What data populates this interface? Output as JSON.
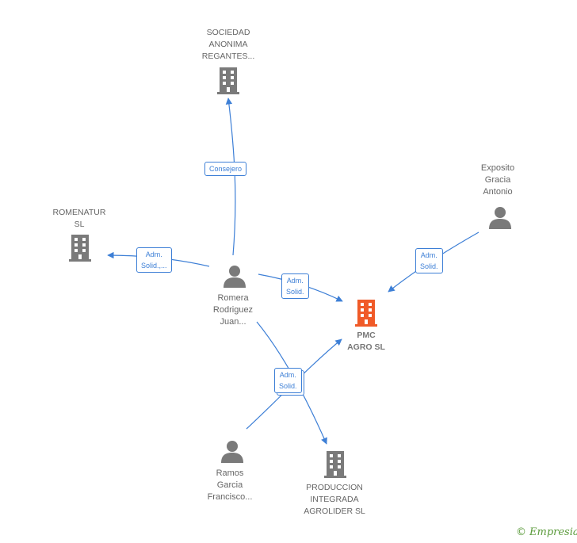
{
  "nodes": {
    "sociedad": {
      "label": "SOCIEDAD\nANONIMA\nREGANTES..."
    },
    "romenatur": {
      "label": "ROMENATUR\nSL"
    },
    "romera": {
      "label": "Romera\nRodriguez\nJuan..."
    },
    "exposito": {
      "label": "Exposito\nGracia\nAntonio"
    },
    "pmc": {
      "label": "PMC\nAGRO  SL"
    },
    "ramos": {
      "label": "Ramos\nGarcia\nFrancisco..."
    },
    "produccion": {
      "label": "PRODUCCION\nINTEGRADA\nAGROLIDER SL"
    }
  },
  "edges": {
    "consejero": {
      "label": "Consejero"
    },
    "adm_romenatur": {
      "label": "Adm.\nSolid.,..."
    },
    "adm_romera_pmc": {
      "label": "Adm.\nSolid."
    },
    "adm_exposito_pmc": {
      "label": "Adm.\nSolid."
    },
    "adm_ramos_pmc": {
      "label": "Adm.\nSolid."
    }
  },
  "colors": {
    "edge": "#3d7fd6",
    "company": "#7a7a7a",
    "focus": "#f05a28",
    "person": "#7a7a7a"
  },
  "footer": {
    "copyright_symbol": "©",
    "brand": "Empresia"
  }
}
